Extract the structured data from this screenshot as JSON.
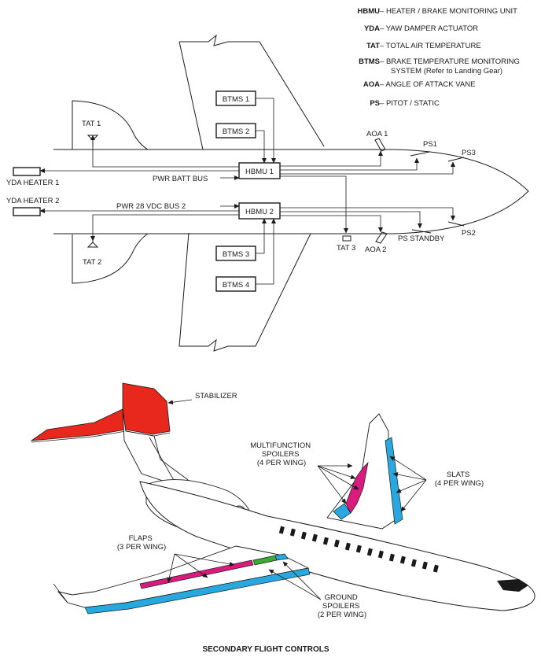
{
  "legend": [
    {
      "abbr": "HBMU",
      "sep": " – ",
      "text": "HEATER / BRAKE MONITORING UNIT"
    },
    {
      "abbr": "YDA",
      "sep": " – ",
      "text": "YAW DAMPER ACTUATOR"
    },
    {
      "abbr": "TAT",
      "sep": " – ",
      "text": "TOTAL AIR TEMPERATURE"
    },
    {
      "abbr": "BTMS",
      "sep": " – ",
      "text": "BRAKE TEMPERATURE MONITORING"
    },
    {
      "abbr": "",
      "sep": "",
      "text": "SYSTEM (Refer to Landing Gear)"
    },
    {
      "abbr": "AOA",
      "sep": " – ",
      "text": "ANGLE OF ATTACK VANE"
    },
    {
      "abbr": "PS",
      "sep": " – ",
      "text": "PITOT / STATIC"
    }
  ],
  "top": {
    "boxes": {
      "btms1": "BTMS 1",
      "btms2": "BTMS 2",
      "btms3": "BTMS 3",
      "btms4": "BTMS 4",
      "hbmu1": "HBMU 1",
      "hbmu2": "HBMU 2"
    },
    "labels": {
      "tat1": "TAT 1",
      "tat2": "TAT 2",
      "tat3": "TAT 3",
      "aoa1": "AOA 1",
      "aoa2": "AOA 2",
      "ps1": "PS1",
      "ps2": "PS2",
      "ps3": "PS3",
      "ps_standby": "PS STANDBY",
      "yda_heater1": "YDA HEATER 1",
      "yda_heater2": "YDA HEATER 2",
      "pwr_batt_bus": "PWR BATT BUS",
      "pwr_28vdc_bus2": "PWR 28 VDC BUS 2"
    }
  },
  "bottom": {
    "labels": {
      "stabilizer": "STABILIZER",
      "mf_spoilers": [
        "MULTIFUNCTION",
        "SPOILERS",
        "(4 PER WING)"
      ],
      "slats": [
        "SLATS",
        "(4 PER WING)"
      ],
      "flaps": [
        "FLAPS",
        "(3 PER WING)"
      ],
      "ground_spoilers": [
        "GROUND",
        "SPOILERS",
        "(2 PER WING)"
      ]
    },
    "title": "SECONDARY FLIGHT CONTROLS"
  },
  "colors": {
    "stabilizer": "#e8271d",
    "slats": "#29a8e0",
    "spoilers_multifunction": "#d81b7c",
    "flaps": "#d81b7c",
    "ground_spoilers": "#3aaa35",
    "outline": "#1a1a1a"
  }
}
